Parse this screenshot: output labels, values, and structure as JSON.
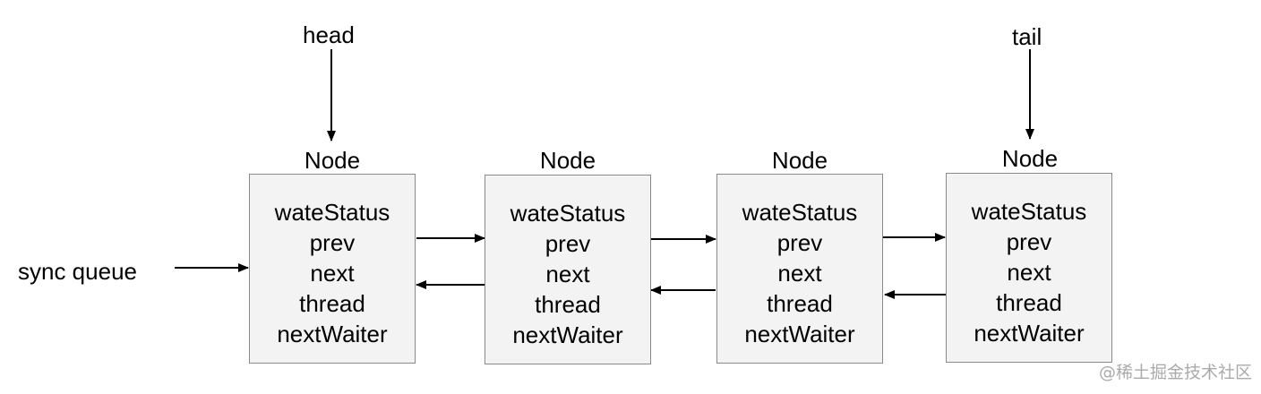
{
  "labels": {
    "head": "head",
    "tail": "tail",
    "sync_queue": "sync queue"
  },
  "node_title": "Node",
  "fields": [
    "wateStatus",
    "prev",
    "next",
    "thread",
    "nextWaiter"
  ],
  "nodes": [
    {
      "title": "Node",
      "fields": [
        "wateStatus",
        "prev",
        "next",
        "thread",
        "nextWaiter"
      ]
    },
    {
      "title": "Node",
      "fields": [
        "wateStatus",
        "prev",
        "next",
        "thread",
        "nextWaiter"
      ]
    },
    {
      "title": "Node",
      "fields": [
        "wateStatus",
        "prev",
        "next",
        "thread",
        "nextWaiter"
      ]
    },
    {
      "title": "Node",
      "fields": [
        "wateStatus",
        "prev",
        "next",
        "thread",
        "nextWaiter"
      ]
    }
  ],
  "watermark": "@稀土掘金技术社区",
  "colors": {
    "line": "#000000",
    "box_fill": "#f3f3f3",
    "box_border": "#8a8a8a",
    "watermark": "#aaaaaa"
  }
}
